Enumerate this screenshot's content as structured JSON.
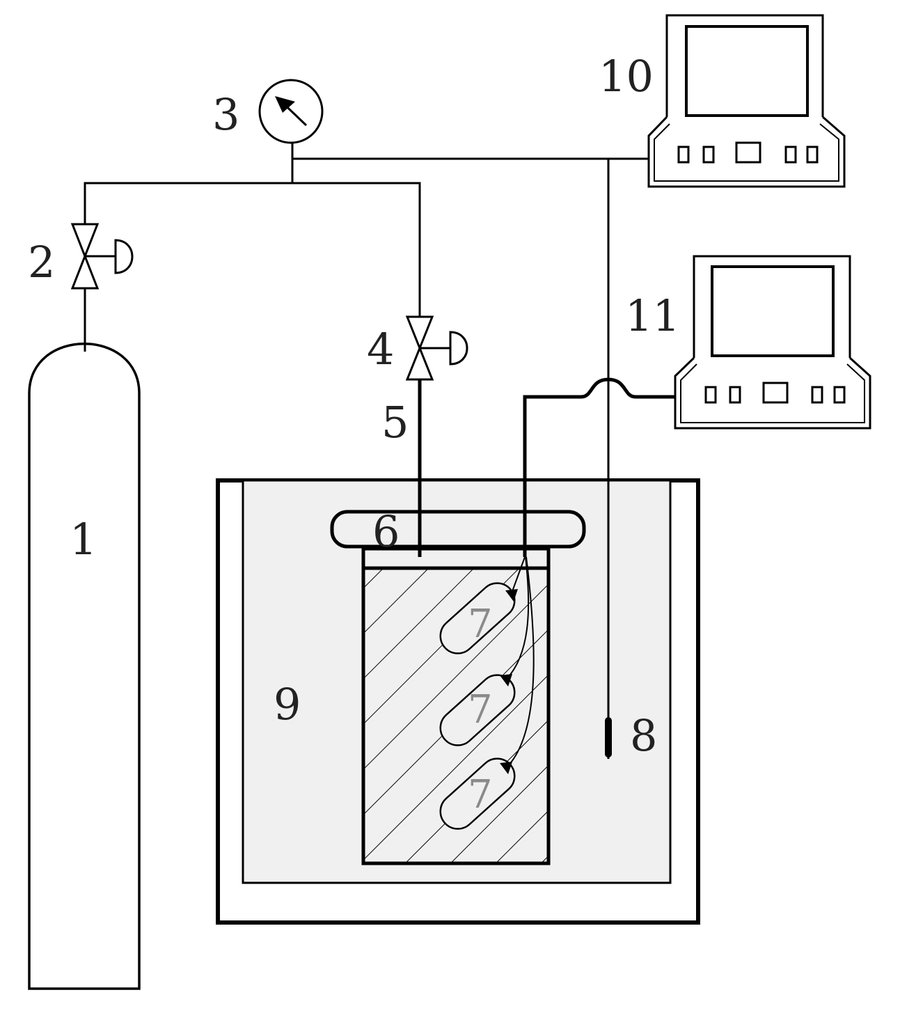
{
  "diagram": {
    "labels": {
      "gas_cylinder": "1",
      "valve_2": "2",
      "pressure_gauge": "3",
      "valve_4": "4",
      "tube": "5",
      "lid": "6",
      "sample_1": "7",
      "sample_2": "7",
      "sample_3": "7",
      "thermometer": "8",
      "water_bath": "9",
      "computer_10": "10",
      "computer_11": "11"
    },
    "colors": {
      "line": "#000000",
      "bath_fill": "#f0f0f0",
      "sample_label": "#8a8a8a"
    }
  }
}
